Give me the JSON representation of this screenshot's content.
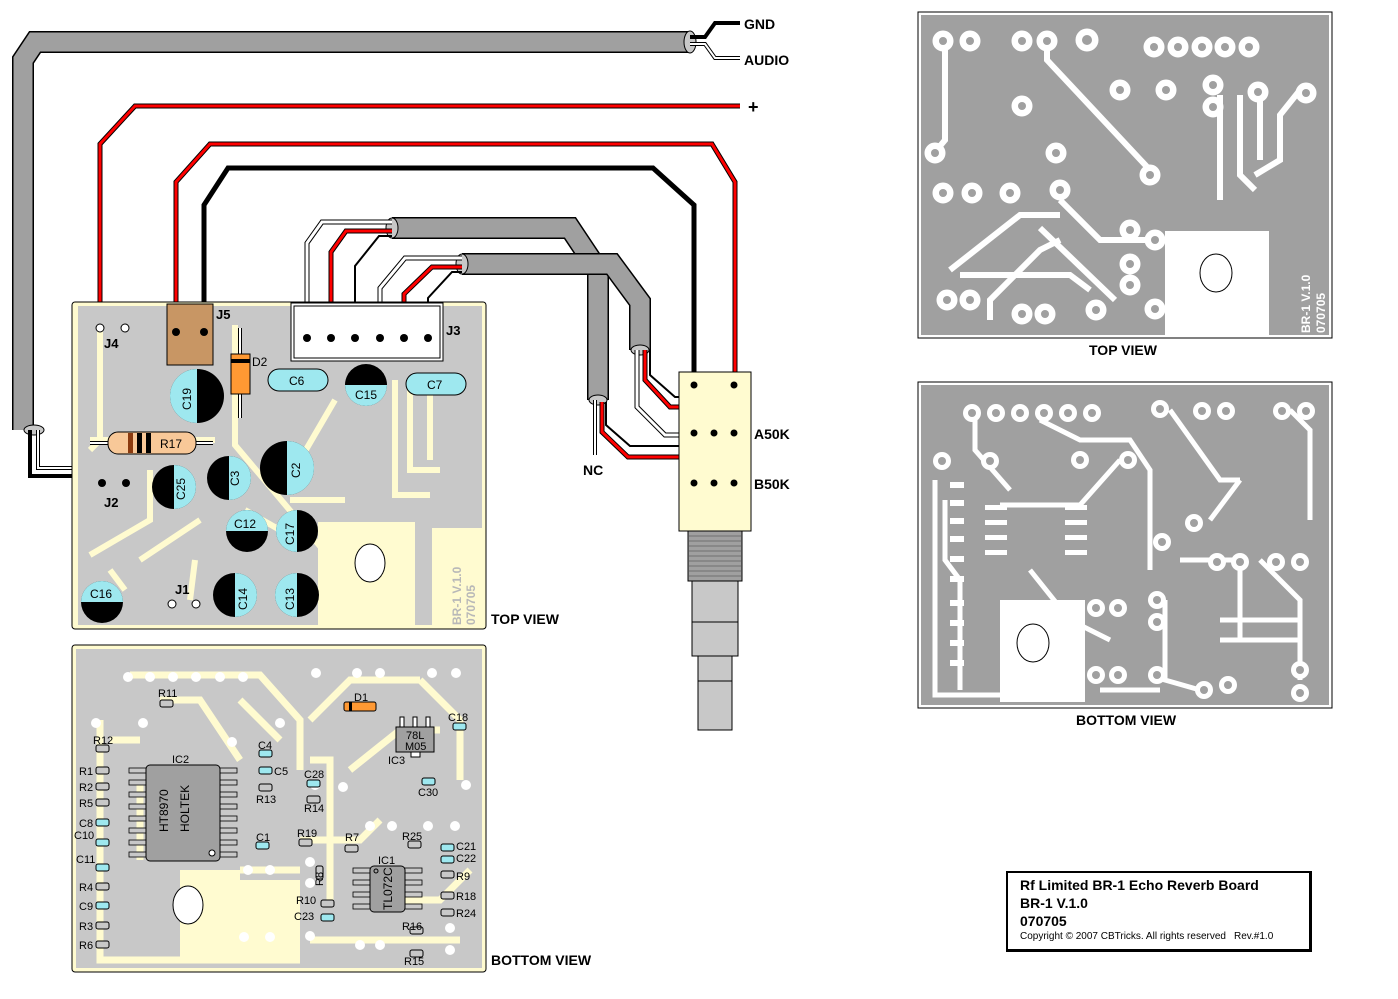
{
  "diagram": {
    "title": "Rf Limited BR-1 Echo Reverb Board",
    "model": "BR-1  V.1.0",
    "date_code": "070705",
    "copyright": "Copyright © 2007  CBTricks. All rights reserved",
    "revision": "Rev.#1.0"
  },
  "wire_labels": {
    "gnd": "GND",
    "audio": "AUDIO",
    "plus": "+",
    "nc": "NC"
  },
  "potentiometer": {
    "a_label": "A50K",
    "b_label": "B50K"
  },
  "views": {
    "top_view": "TOP VIEW",
    "bottom_view": "BOTTOM VIEW"
  },
  "board_silkscreen": {
    "line1": "BR-1  V.1.0",
    "line2": "070705"
  },
  "top_components": {
    "connectors": [
      "J1",
      "J2",
      "J3",
      "J4",
      "J5"
    ],
    "diode": "D2",
    "resistor": "R17",
    "capacitors": [
      "C2",
      "C3",
      "C6",
      "C7",
      "C12",
      "C13",
      "C14",
      "C15",
      "C16",
      "C17",
      "C19",
      "C25"
    ]
  },
  "bottom_components": {
    "ic2": {
      "ref": "IC2",
      "part": "HT8970",
      "maker": "HOLTEK"
    },
    "ic1": {
      "ref": "IC1",
      "part": "TL072C"
    },
    "ic3": {
      "ref": "IC3",
      "line1": "78L",
      "line2": "M05"
    },
    "diode": "D1",
    "left_column": [
      "R12",
      "R1",
      "R2",
      "R5",
      "C8",
      "C10",
      "C11",
      "R4",
      "C9",
      "R3",
      "R6"
    ],
    "misc": [
      "R11",
      "C4",
      "C5",
      "R13",
      "C1",
      "C28",
      "R14",
      "R19",
      "R7",
      "R8",
      "R10",
      "C23",
      "R25",
      "C21",
      "C22",
      "R9",
      "R18",
      "R24",
      "R16",
      "R15",
      "C18",
      "C30"
    ]
  },
  "colors": {
    "board_fill": "#fffbd0",
    "copper_gray": "#c8c8c8",
    "pcb_gray": "#a0a0a0",
    "cap_cyan": "#9ee8ef",
    "wire_red": "#ff0000",
    "connector_brown": "#c89664",
    "diode_orange": "#ff9933"
  }
}
